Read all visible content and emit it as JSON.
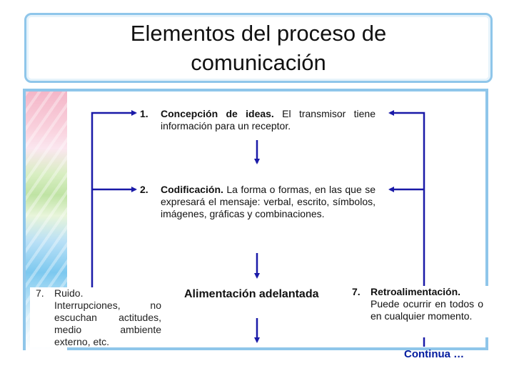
{
  "title_line1": "Elementos del proceso de",
  "title_line2": "comunicación",
  "steps": [
    {
      "num": "1.",
      "head": "Concepción de ideas.",
      "text": "El transmisor tiene información para un receptor."
    },
    {
      "num": "2.",
      "head": "Codificación.",
      "text": "La forma o formas, en las que se expresará el mensaje: verbal, escrito, símbolos, imágenes, gráficas y combinaciones."
    }
  ],
  "noise": {
    "num": "7.",
    "head": "Ruido.",
    "text": "Interrupciones, no escuchan actitudes, medio ambiente externo, etc."
  },
  "feedforward": "Alimentación adelantada",
  "feedback": {
    "num": "7.",
    "head": "Retroalimentación.",
    "text": "Puede ocurrir en todos o en cualquier momento."
  },
  "continue_label": "Continua …",
  "colors": {
    "arrow": "#1a1aa8",
    "frame": "#8fc6ea",
    "continue": "#001a9e"
  }
}
